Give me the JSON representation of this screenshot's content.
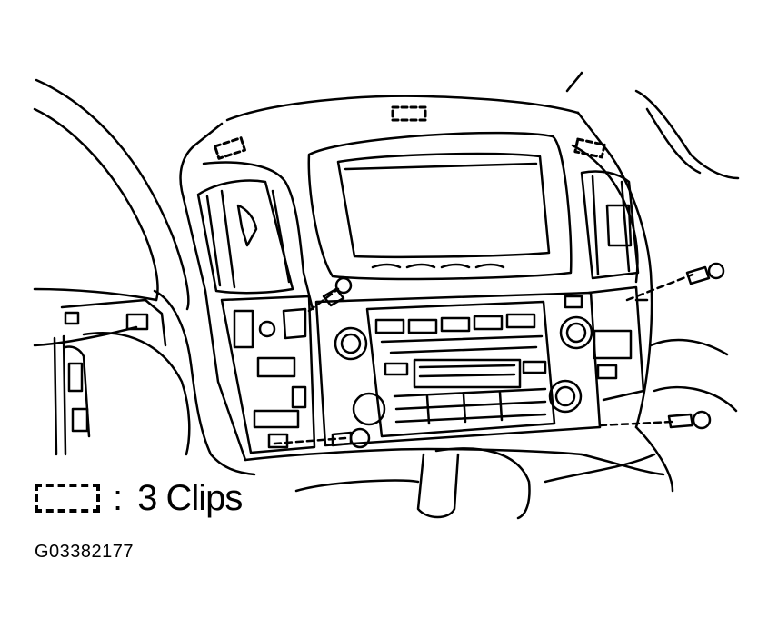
{
  "legend": {
    "symbol": "dashed-rectangle",
    "colon": ":",
    "text": "3 Clips"
  },
  "figure_id": "G03382177",
  "colors": {
    "line": "#000000",
    "background": "#ffffff"
  }
}
